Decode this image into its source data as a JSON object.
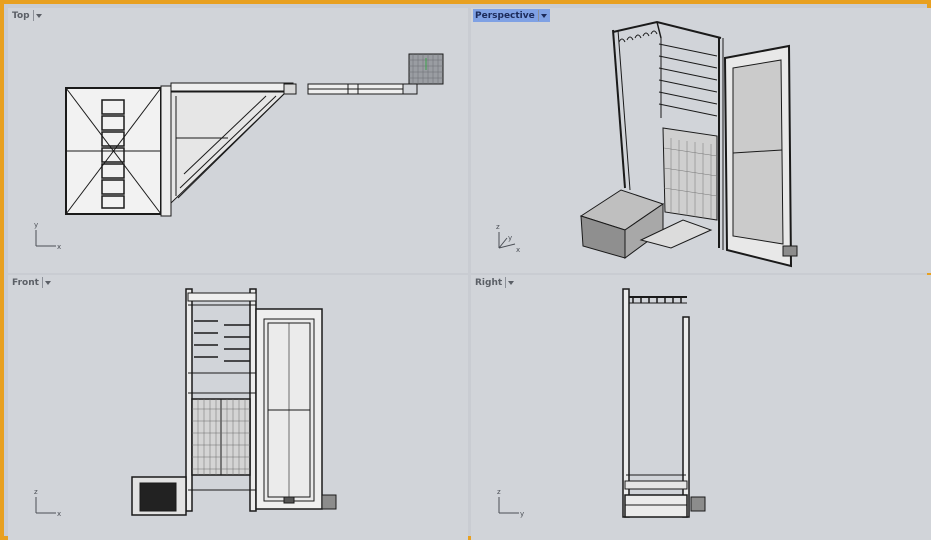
{
  "viewports": {
    "top": {
      "label": "Top",
      "axis_h": "x",
      "axis_v": "y"
    },
    "perspective": {
      "label": "Perspective",
      "axis_a": "x",
      "axis_b": "y",
      "axis_v": "z"
    },
    "front": {
      "label": "Front",
      "axis_h": "x",
      "axis_v": "z"
    },
    "right": {
      "label": "Right",
      "axis_h": "y",
      "axis_v": "z"
    }
  },
  "colors": {
    "frame": "#e8a020",
    "viewport_bg": "#d1d4d9",
    "active_tab": "#7fa1e4",
    "wire": "#1a1a1a"
  },
  "icons": {
    "viewport_menu": "chevron-down-icon"
  }
}
